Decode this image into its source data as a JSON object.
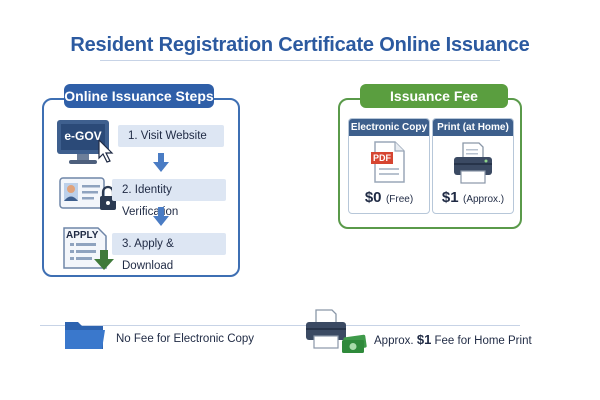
{
  "header": {
    "title": "Resident Registration Certificate Online Issuance"
  },
  "steps_panel": {
    "title": "Online Issuance Steps",
    "items": [
      {
        "label": "1. Visit Website",
        "icon": "computer-monitor-icon",
        "icon_text": "e-GOV"
      },
      {
        "label": "2. Identity Verification",
        "icon": "id-card-lock-icon"
      },
      {
        "label": "3. Apply & Download",
        "icon": "apply-form-download-icon",
        "icon_text": "APPLY"
      }
    ]
  },
  "fee_panel": {
    "title": "Issuance Fee",
    "cards": [
      {
        "heading": "Electronic Copy",
        "icon": "pdf-file-icon",
        "icon_text": "PDF",
        "amount": "$0",
        "note": "(Free)"
      },
      {
        "heading": "Print (at Home)",
        "icon": "printer-icon",
        "amount": "$1",
        "note": "(Approx.)"
      }
    ]
  },
  "footer": {
    "left_text": "No Fee for Electronic Copy",
    "right_prefix": "Approx.",
    "right_amount": "$1",
    "right_suffix": "Fee for Home Print"
  },
  "colors": {
    "title_blue": "#2c5aa0",
    "steps_blue": "#2f5fa8",
    "fee_green": "#5a9e3f",
    "card_head": "#3d5f8c"
  }
}
